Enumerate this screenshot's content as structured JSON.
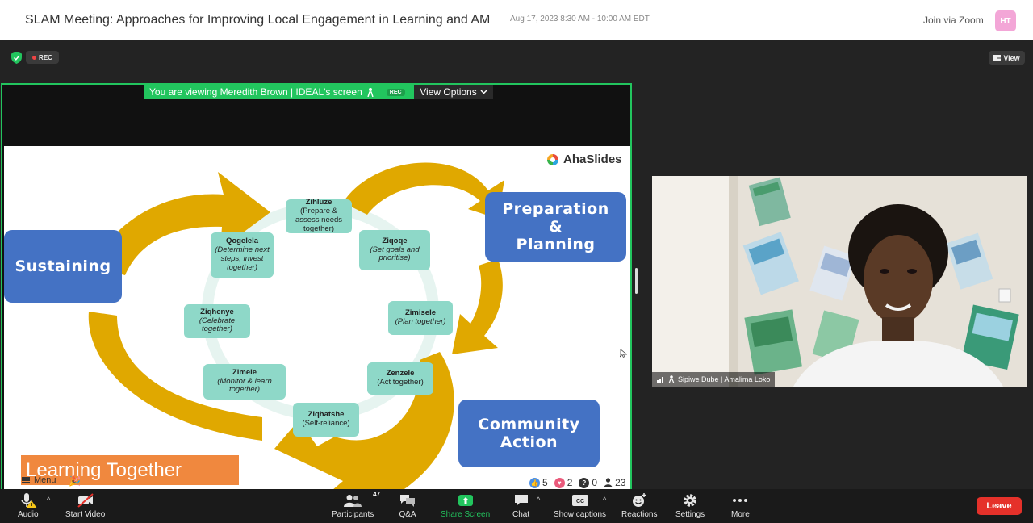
{
  "header": {
    "title": "SLAM Meeting: Approaches for Improving Local Engagement in Learning and AM",
    "datetime": "Aug 17, 2023 8:30 AM - 10:00 AM EDT",
    "join_link": "Join via Zoom",
    "avatar_initials": "HT"
  },
  "meeting": {
    "rec_label": "REC",
    "view_label": "View",
    "share_banner": "You are viewing Meredith Brown | IDEAL's screen",
    "share_rec": "REC",
    "view_options": "View Options",
    "slide": {
      "logo": "AhaSlides",
      "stage_sustaining": "Sustaining",
      "stage_preparation": [
        "Preparation",
        "&",
        "Planning"
      ],
      "stage_community": [
        "Community",
        "Action"
      ],
      "nodes": [
        {
          "name": "Zihluze",
          "desc": "(Prepare & assess needs together)"
        },
        {
          "name": "Ziqoqe",
          "desc": "(Set goals and prioritise)"
        },
        {
          "name": "Zimisele",
          "desc": "(Plan together)"
        },
        {
          "name": "Zenzele",
          "desc": "(Act together)"
        },
        {
          "name": "Ziqhatshe",
          "desc": "(Self-reliance)"
        },
        {
          "name": "Zimele",
          "desc": "(Monitor & learn together)"
        },
        {
          "name": "Ziqhenye",
          "desc": "(Celebrate together)"
        },
        {
          "name": "Qogelela",
          "desc": "(Determine next steps, invest together)"
        }
      ],
      "banner": "Learning Together",
      "menu_label": "Menu",
      "reactions": {
        "likes": "5",
        "hearts": "2",
        "questions": "0",
        "audience": "23"
      }
    },
    "video": {
      "participant_name": "Sipiwe Dube | Amalima Loko"
    }
  },
  "toolbar": {
    "audio": "Audio",
    "start_video": "Start Video",
    "participants": "Participants",
    "participants_count": "47",
    "qa": "Q&A",
    "share_screen": "Share Screen",
    "chat": "Chat",
    "show_captions": "Show captions",
    "reactions": "Reactions",
    "settings": "Settings",
    "more": "More",
    "leave": "Leave"
  },
  "colors": {
    "share_green": "#22c55e",
    "stage_blue": "#4472c4",
    "arrow_gold": "#e0a800",
    "node_teal": "#8ed8c8",
    "banner_orange": "#f0883e",
    "leave_red": "#e5312a"
  }
}
